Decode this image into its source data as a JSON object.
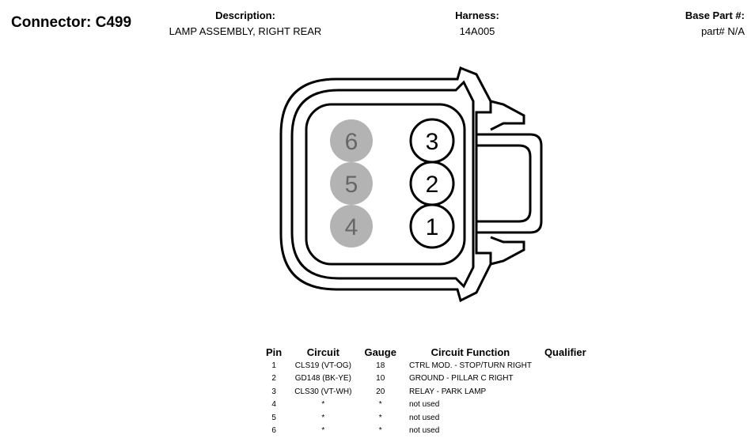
{
  "header": {
    "connector": "Connector: C499",
    "description_label": "Description:",
    "description_value": "LAMP ASSEMBLY, RIGHT REAR",
    "harness_label": "Harness:",
    "harness_value": "14A005",
    "base_label": "Base Part #:",
    "base_value": "part# N/A"
  },
  "connector": {
    "cavities": [
      {
        "pin": "6",
        "used": false
      },
      {
        "pin": "5",
        "used": false
      },
      {
        "pin": "4",
        "used": false
      },
      {
        "pin": "3",
        "used": true
      },
      {
        "pin": "2",
        "used": true
      },
      {
        "pin": "1",
        "used": true
      }
    ],
    "colors": {
      "outline": "#000000",
      "unused_fill": "#b3b3b3",
      "unused_text": "#666666"
    }
  },
  "table": {
    "headers": {
      "pin": "Pin",
      "circuit": "Circuit",
      "gauge": "Gauge",
      "function": "Circuit Function",
      "qualifier": "Qualifier"
    },
    "rows": [
      {
        "pin": "1",
        "circuit": "CLS19 (VT-OG)",
        "gauge": "18",
        "function": "CTRL MOD. - STOP/TURN RIGHT",
        "qualifier": ""
      },
      {
        "pin": "2",
        "circuit": "GD148 (BK-YE)",
        "gauge": "10",
        "function": "GROUND - PILLAR C RIGHT",
        "qualifier": ""
      },
      {
        "pin": "3",
        "circuit": "CLS30 (VT-WH)",
        "gauge": "20",
        "function": "RELAY - PARK LAMP",
        "qualifier": ""
      },
      {
        "pin": "4",
        "circuit": "*",
        "gauge": "*",
        "function": "not used",
        "qualifier": ""
      },
      {
        "pin": "5",
        "circuit": "*",
        "gauge": "*",
        "function": "not used",
        "qualifier": ""
      },
      {
        "pin": "6",
        "circuit": "*",
        "gauge": "*",
        "function": "not used",
        "qualifier": ""
      }
    ]
  }
}
